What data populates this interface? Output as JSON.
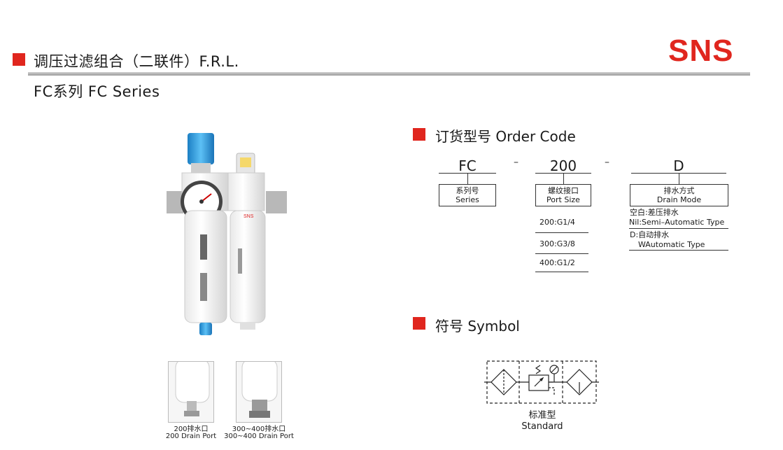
{
  "header": {
    "title": "调压过滤组合（二联件）F.R.L.",
    "series": "FC系列 FC Series",
    "logo": "SNS"
  },
  "order_code": {
    "heading": "订货型号 Order Code",
    "code": {
      "part1": "FC",
      "sep1": "–",
      "part2": "200",
      "sep2": "–",
      "part3": "D"
    },
    "series_box": {
      "cn": "系列号",
      "en": "Series"
    },
    "port_box": {
      "cn": "螺纹接口",
      "en": "Port Size"
    },
    "drain_box": {
      "cn": "排水方式",
      "en": "Drain Mode"
    },
    "ports": [
      "200:G1/4",
      "300:G3/8",
      "400:G1/2"
    ],
    "drain_options": [
      {
        "cn": "空白:差压排水",
        "en": "Nil:Semi–Automatic Type"
      },
      {
        "cn": "D:自动排水",
        "en": "WAutomatic Type"
      }
    ]
  },
  "symbol": {
    "heading": "符号 Symbol",
    "caption_cn": "标准型",
    "caption_en": "Standard"
  },
  "product": {
    "label_cn": "SNS",
    "thumbs": [
      {
        "cn": "200排水口",
        "en": "200 Drain Port"
      },
      {
        "cn": "300~400排水口",
        "en": "300~400 Drain Port"
      }
    ]
  },
  "colors": {
    "accent": "#e0261e",
    "knob": "#2f9fe0"
  }
}
